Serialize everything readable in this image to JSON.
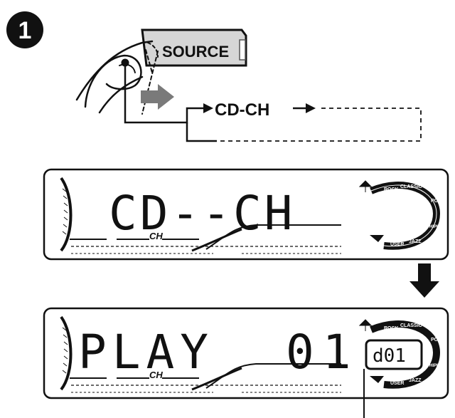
{
  "step": {
    "number": "1"
  },
  "button": {
    "label": "SOURCE"
  },
  "flow": {
    "next_label": "CD-CH"
  },
  "display1": {
    "main_text": "CD--CH",
    "ch_label": "CH",
    "eq_labels": {
      "rock": "ROCK",
      "classic": "CLASSIC",
      "pops": "POPS",
      "user": "USER",
      "jazz": "JAZZ",
      "hiphop": "HIPHOP"
    }
  },
  "display2": {
    "main_text": "PLAY",
    "disc_text": "01",
    "counter_text": "d01",
    "ch_label": "CH",
    "eq_labels": {
      "rock": "ROCK",
      "classic": "CLASSIC",
      "pops": "POPS",
      "user": "USER",
      "jazz": "JAZZ",
      "hiphop": "HIPHOP"
    }
  }
}
